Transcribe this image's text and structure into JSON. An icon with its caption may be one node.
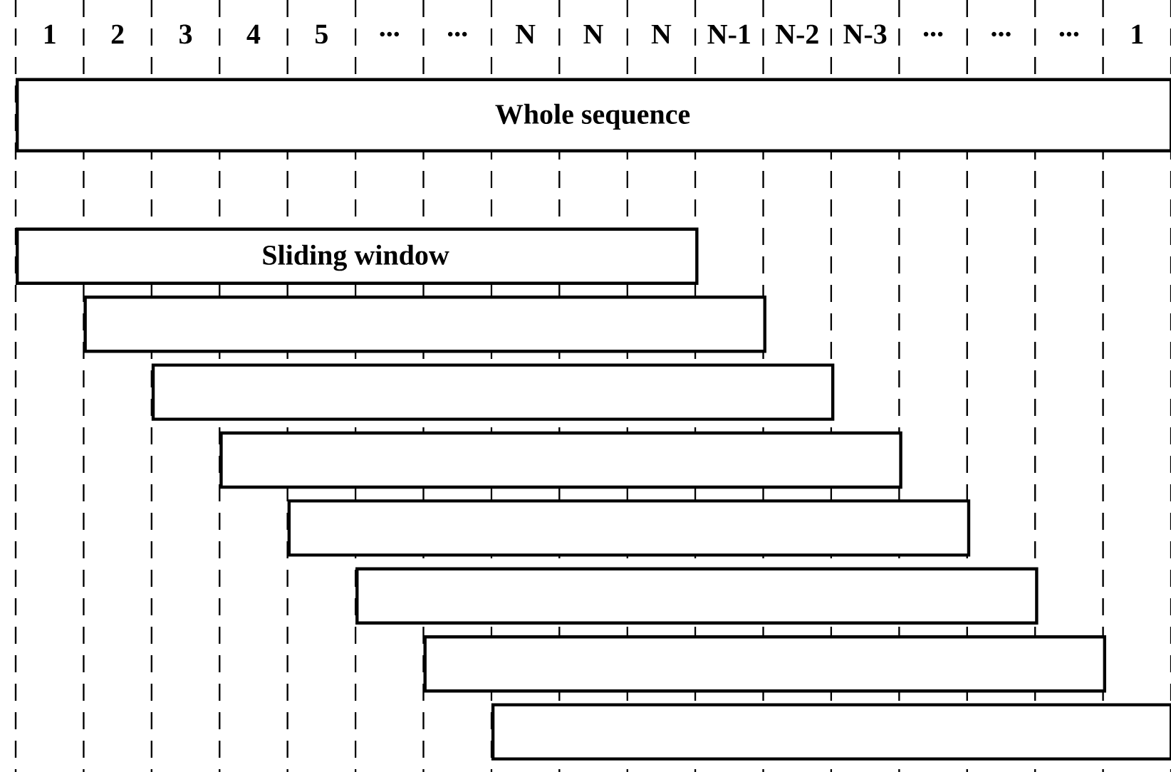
{
  "diagram": {
    "nodes": [
      {
        "text": [
          "Whole sequence"
        ]
      },
      {
        "text": [
          "Sliding window"
        ]
      },
      {
        "text": [],
        "shape": "box"
      },
      {
        "text": [],
        "shape": "box"
      },
      {
        "text": [],
        "shape": "box"
      },
      {
        "text": [],
        "shape": "box"
      },
      {
        "text": [],
        "shape": "box"
      },
      {
        "text": [],
        "shape": "box"
      },
      {
        "text": [],
        "shape": "box"
      }
    ],
    "labels": [
      "1",
      "2",
      "3",
      "4",
      "5",
      "...",
      "...",
      "N",
      "N",
      "N",
      "N-1",
      "N-2",
      "N-3",
      "...",
      "...",
      "...",
      "1"
    ]
  }
}
